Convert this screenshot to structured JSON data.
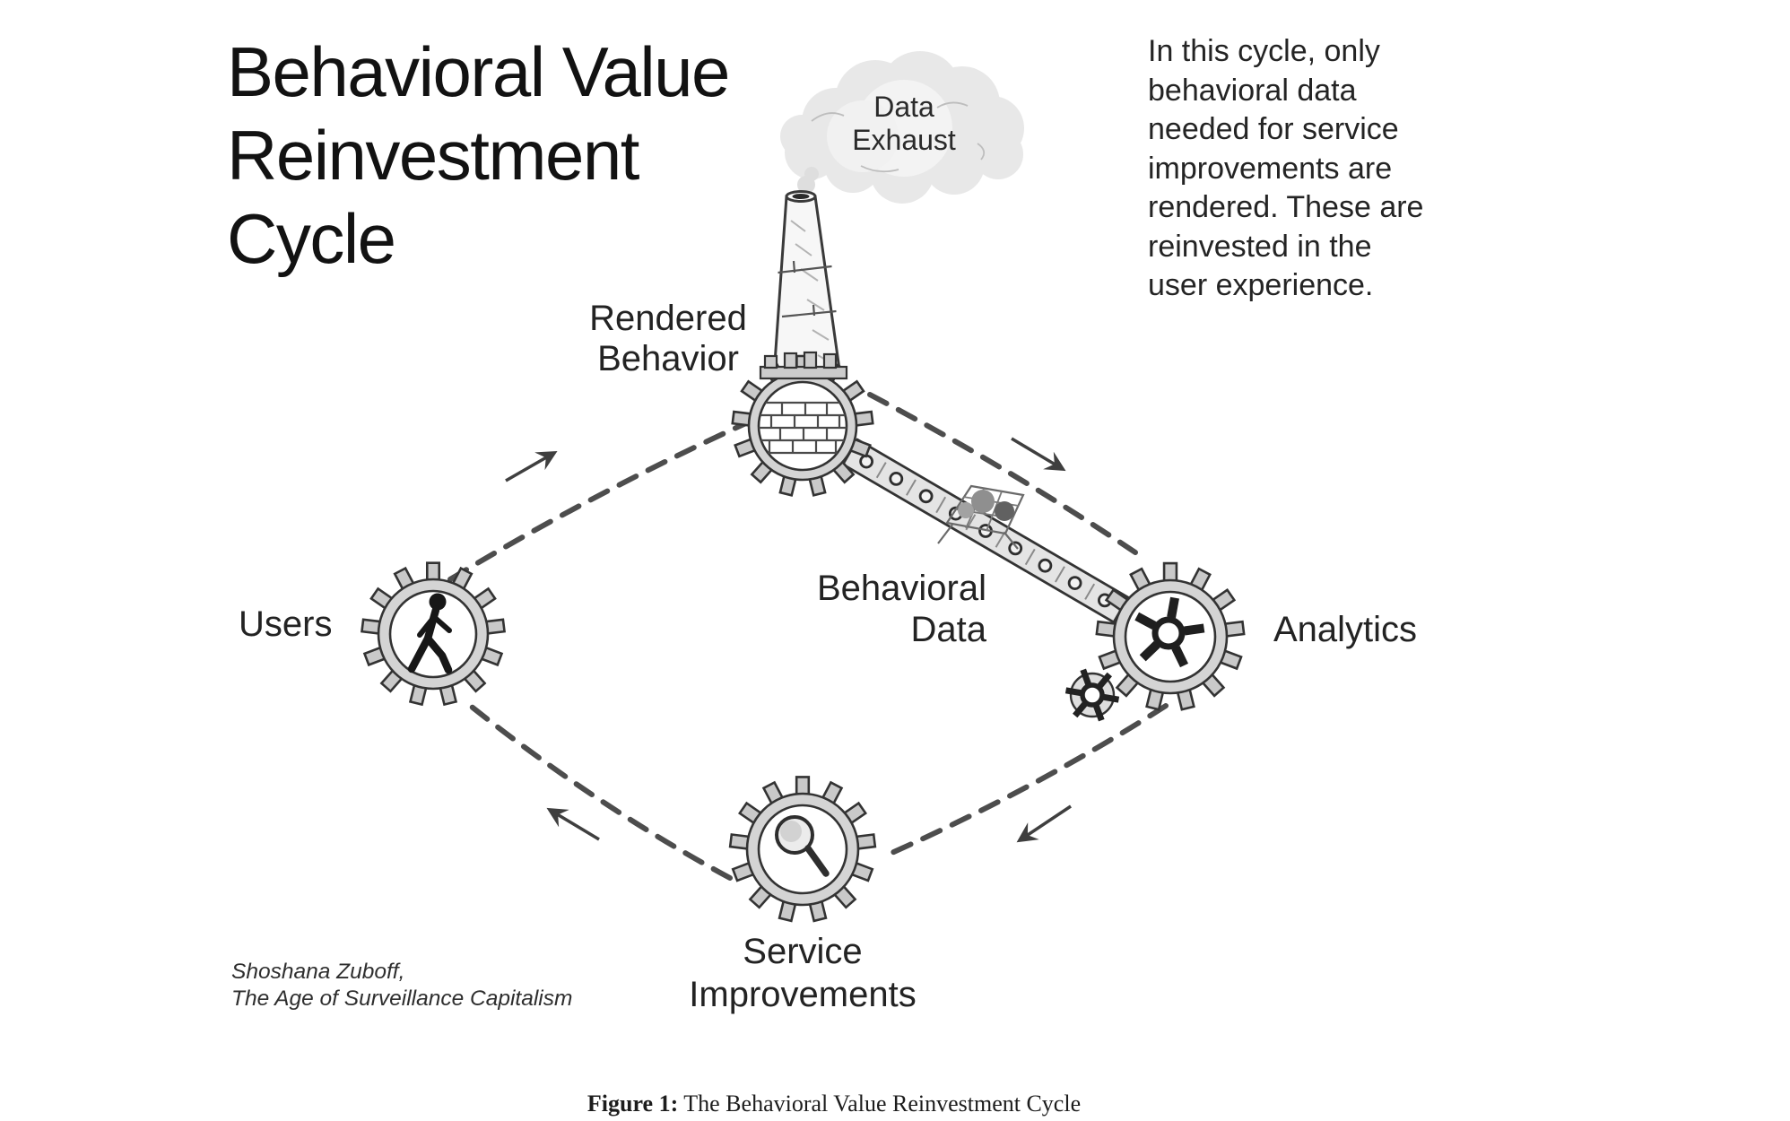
{
  "colors": {
    "background": "#ffffff",
    "ink": "#1a1a1a",
    "pencil": "#4d4d4d",
    "gear_fill": "#d4d4d4",
    "smoke": "#e8e8e8"
  },
  "title": "Behavioral Value\nReinvestment\nCycle",
  "note": "In this cycle, only\nbehavioral data\nneeded for service\nimprovements are\nrendered. These are\nreinvested in the\nuser experience.",
  "diagram": {
    "nodes": {
      "data_exhaust": {
        "label": "Data\nExhaust"
      },
      "rendered_behavior": {
        "label": "Rendered\nBehavior"
      },
      "users": {
        "label": "Users"
      },
      "analytics": {
        "label": "Analytics"
      },
      "behavioral_data": {
        "label": "Behavioral\nData"
      },
      "service_improvements": {
        "label": "Service\nImprovements"
      }
    }
  },
  "attribution": "Shoshana Zuboff,\nThe Age of Surveillance Capitalism",
  "caption": {
    "prefix": "Figure 1:",
    "text": " The Behavioral Value Reinvestment Cycle"
  }
}
